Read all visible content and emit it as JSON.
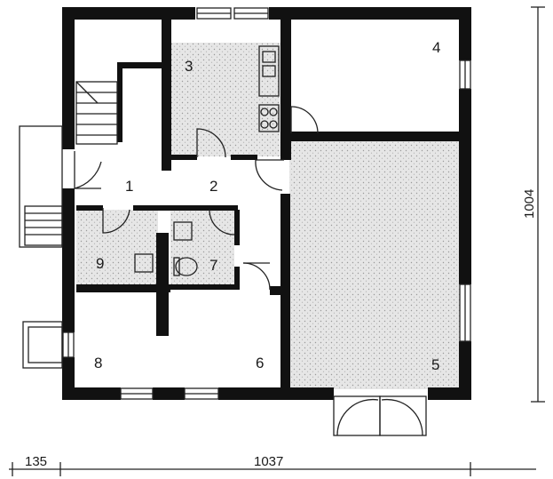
{
  "rooms": [
    {
      "id": "1",
      "label": "1"
    },
    {
      "id": "2",
      "label": "2"
    },
    {
      "id": "3",
      "label": "3"
    },
    {
      "id": "4",
      "label": "4"
    },
    {
      "id": "5",
      "label": "5"
    },
    {
      "id": "6",
      "label": "6"
    },
    {
      "id": "7",
      "label": "7"
    },
    {
      "id": "8",
      "label": "8"
    },
    {
      "id": "9",
      "label": "9"
    }
  ],
  "dimensions": {
    "bottom_left": "135",
    "bottom_main": "1037",
    "right_height": "1004"
  },
  "colors": {
    "wall": "#111111",
    "floor_tint": "#e4e4e4"
  }
}
